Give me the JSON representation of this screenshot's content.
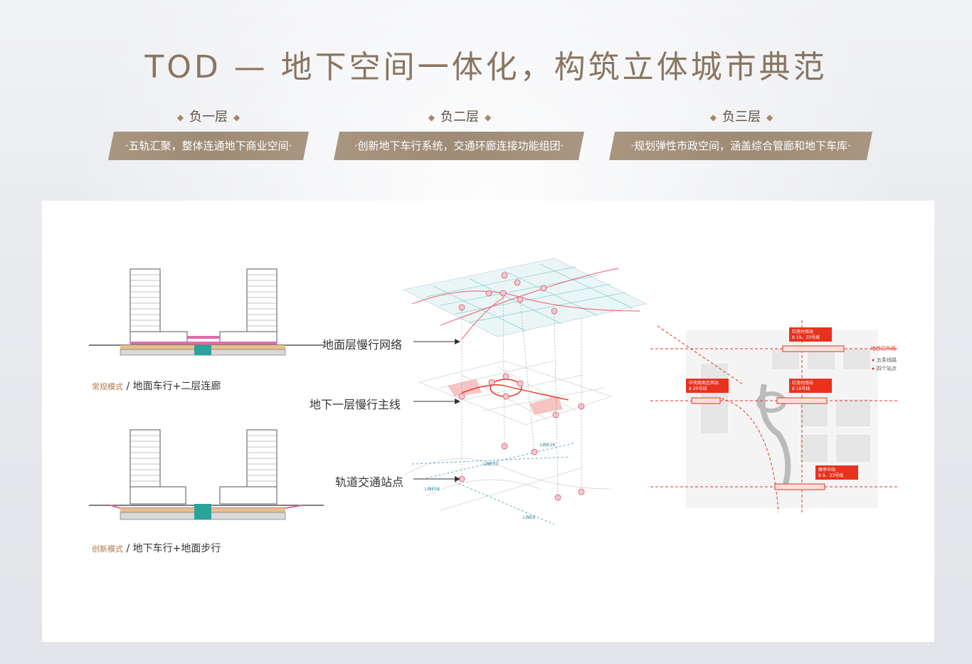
{
  "title": "TOD — 地下空间一体化，构筑立体城市典范",
  "layers": [
    {
      "name": "负一层",
      "desc": "·五轨汇聚，整体连通地下商业空间·"
    },
    {
      "name": "负二层",
      "desc": "·创新地下车行系统，交通环廊连接功能组团·"
    },
    {
      "name": "负三层",
      "desc": "·规划弹性市政空间，涵盖综合管廊和地下车库·"
    }
  ],
  "dot": "◆",
  "sections": {
    "normal": {
      "prefix": "常规模式",
      "sep": "/",
      "text": "地面车行+二层连廊"
    },
    "innovative": {
      "prefix": "创新模式",
      "sep": "/",
      "text": "地下车行+地面步行"
    }
  },
  "axon_labels": {
    "ground": "地面层慢行网络",
    "b1": "地下一层慢行主线",
    "rail": "轨道交通站点"
  },
  "stations": [
    {
      "name": "红莲村南站",
      "lines": "8 19、33号线"
    },
    {
      "name": "中央商务区西站",
      "lines": "8 20号线"
    },
    {
      "name": "红莲村南站",
      "lines": "8 16号线"
    },
    {
      "name": "雁亭中站",
      "lines": "8 9、33号线"
    }
  ],
  "map_legend": {
    "title": "地铁站布局",
    "items": [
      "五条线路",
      "四个站点"
    ]
  },
  "line_tags": [
    "LINE16",
    "LINE33",
    "LINE04",
    "LINE9"
  ],
  "colors": {
    "accent": "#e8321e",
    "gold": "#8a7560",
    "pink": "#e06aa8",
    "band": "#e8c088"
  }
}
